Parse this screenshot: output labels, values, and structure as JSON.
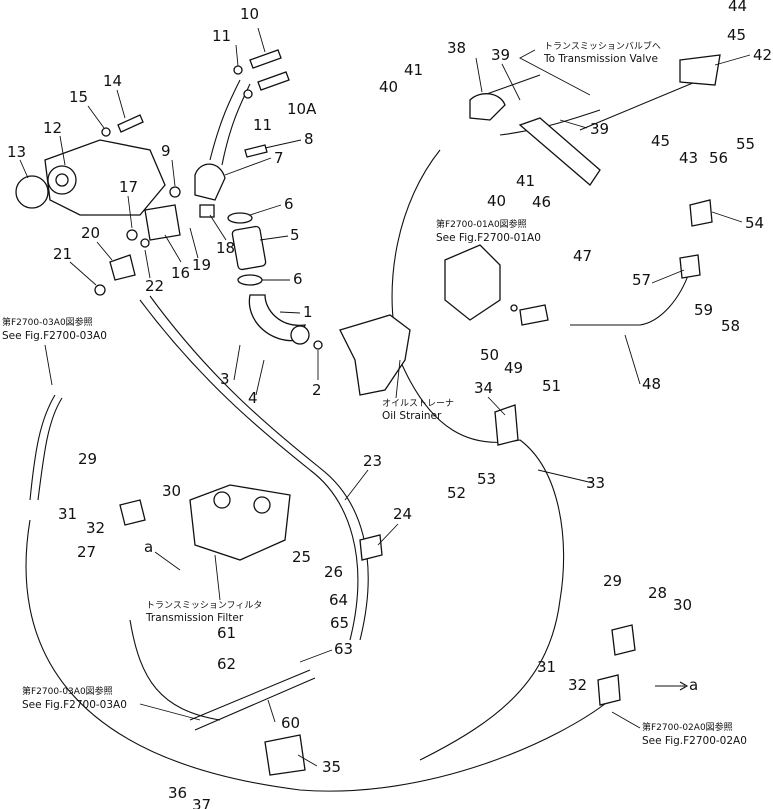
{
  "callouts": {
    "n1": "1",
    "n2": "2",
    "n3": "3",
    "n4": "4",
    "n5": "5",
    "n6a": "6",
    "n6b": "6",
    "n7": "7",
    "n8": "8",
    "n9": "9",
    "n10": "10",
    "n10a": "10A",
    "n11a": "11",
    "n11b": "11",
    "n12": "12",
    "n13": "13",
    "n14": "14",
    "n15": "15",
    "n16": "16",
    "n17": "17",
    "n18": "18",
    "n19": "19",
    "n20": "20",
    "n21": "21",
    "n22": "22",
    "n23": "23",
    "n24": "24",
    "n25": "25",
    "n26": "26",
    "n27": "27",
    "n28": "28",
    "n29a": "29",
    "n29b": "29",
    "n30a": "30",
    "n30b": "30",
    "n31a": "31",
    "n31b": "31",
    "n32a": "32",
    "n32b": "32",
    "n33": "33",
    "n34": "34",
    "n35": "35",
    "n36": "36",
    "n37": "37",
    "n38": "38",
    "n39a": "39",
    "n39b": "39",
    "n40a": "40",
    "n40b": "40",
    "n41a": "41",
    "n41b": "41",
    "n42": "42",
    "n43": "43",
    "n44": "44",
    "n45a": "45",
    "n45b": "45",
    "n46": "46",
    "n47": "47",
    "n48": "48",
    "n49": "49",
    "n50": "50",
    "n51": "51",
    "n52": "52",
    "n53": "53",
    "n54": "54",
    "n55": "55",
    "n56": "56",
    "n57": "57",
    "n58": "58",
    "n59": "59",
    "n60": "60",
    "n61": "61",
    "n62": "62",
    "n63": "63",
    "n64": "64",
    "n65": "65",
    "a1": "a",
    "a2": "a"
  },
  "notes": {
    "to_valve_jp": "トランスミッションバルブへ",
    "to_valve_en": "To Transmission Valve",
    "fig01_jp": "第F2700-01A0図参照",
    "fig01_en": "See Fig.F2700-01A0",
    "fig03_top_jp": "第F2700-03A0図参照",
    "fig03_top_en": "See Fig.F2700-03A0",
    "fig03_bot_jp": "第F2700-03A0図参照",
    "fig03_bot_en": "See Fig.F2700-03A0",
    "fig02_jp": "第F2700-02A0図参照",
    "fig02_en": "See Fig.F2700-02A0",
    "strainer_jp": "オイルストレーナ",
    "strainer_en": "Oil Strainer",
    "filter_jp": "トランスミッションフィルタ",
    "filter_en": "Transmission Filter"
  }
}
